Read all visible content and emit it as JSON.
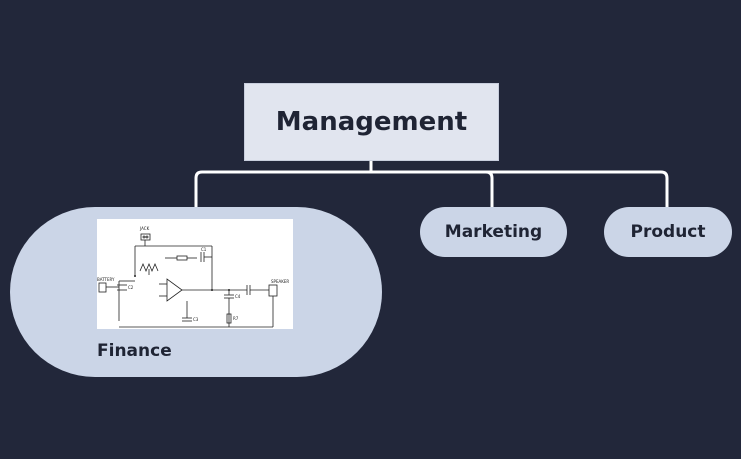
{
  "colors": {
    "background": "#22273a",
    "root_fill": "#e1e5ef",
    "child_fill": "#cbd5e7",
    "connector": "#ffffff",
    "text": "#1f2434"
  },
  "root": {
    "label": "Management"
  },
  "children": [
    {
      "label": "Finance",
      "has_image": true,
      "image_icon": "circuit-schematic-icon"
    },
    {
      "label": "Marketing"
    },
    {
      "label": "Product"
    }
  ],
  "schematic_labels": {
    "jack": "JACK",
    "battery": "BATTERY",
    "speaker": "SPEAKER",
    "c1": "C1",
    "c2": "C2",
    "c3": "C3",
    "c4": "C4",
    "r7": "R7"
  }
}
